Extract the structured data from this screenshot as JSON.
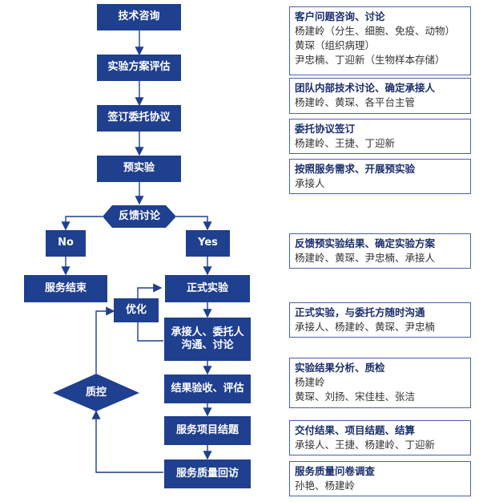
{
  "flow": {
    "consult": "技术咨询",
    "plan_eval": "实验方案评估",
    "sign": "签订委托协议",
    "pre_exp": "预实验",
    "feedback": "反馈讨论",
    "no": "No",
    "yes": "Yes",
    "service_end": "服务结束",
    "formal_exp": "正式实验",
    "optimize": "优化",
    "communicate_l1": "承接人、委托人",
    "communicate_l2": "沟通、讨论",
    "quality_ctrl": "质控",
    "accept": "结果验收、评估",
    "closing": "服务项目结题",
    "revisit": "服务质量回访"
  },
  "info": [
    {
      "title": "客户问题咨询、讨论",
      "lines": [
        "杨建岭（分生、细胞、免疫、动物）",
        "黄琛（组织病理）",
        "尹忠楠、丁迎新（生物样本存储）"
      ]
    },
    {
      "title": "团队内部技术讨论、确定承接人",
      "lines": [
        "杨建岭、黄琛、各平台主管"
      ]
    },
    {
      "title": "委托协议签订",
      "lines": [
        "杨建岭、王捷、丁迎新"
      ]
    },
    {
      "title": "按照服务需求、开展预实验",
      "lines": [
        "承接人"
      ]
    },
    {
      "title": "反馈预实验结果、确定实验方案",
      "lines": [
        "杨建岭、黄琛、尹忠楠、承接人"
      ]
    },
    {
      "title": "正式实验，与委托方随时沟通",
      "lines": [
        "承接人、杨建岭、黄琛、尹忠楠"
      ]
    },
    {
      "title": "实验结果分析、质检",
      "lines": [
        "杨建岭",
        "黄琛、刘扬、宋佳桂、张洁"
      ]
    },
    {
      "title": "交付结果、项目结题、结算",
      "lines": [
        "承接人、王捷、杨建岭、丁迎新"
      ]
    },
    {
      "title": "服务质量问卷调查",
      "lines": [
        "孙艳、杨建岭"
      ]
    }
  ]
}
